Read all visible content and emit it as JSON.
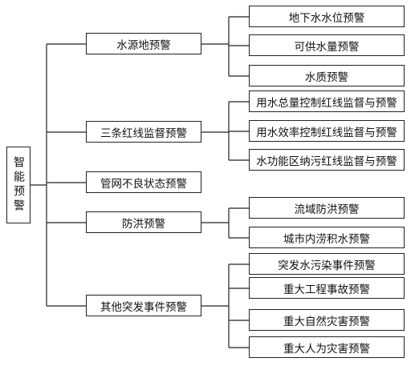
{
  "root": {
    "label": "智能预警"
  },
  "categories": [
    {
      "label": "水源地预警",
      "items": [
        "地下水水位预警",
        "可供水量预警",
        "水质预警"
      ]
    },
    {
      "label": "三条红线监督预警",
      "items": [
        "用水总量控制红线监督与预警",
        "用水效率控制红线监督与预警",
        "水功能区纳污红线监督与预警"
      ]
    },
    {
      "label": "管网不良状态预警",
      "items": []
    },
    {
      "label": "防洪预警",
      "items": [
        "流域防洪预警",
        "城市内涝积水预警"
      ]
    },
    {
      "label": "其他突发事件预警",
      "items": [
        "突发水污染事件预警",
        "重大工程事故预警",
        "重大自然灾害预警",
        "重大人为灾害预警"
      ]
    }
  ]
}
